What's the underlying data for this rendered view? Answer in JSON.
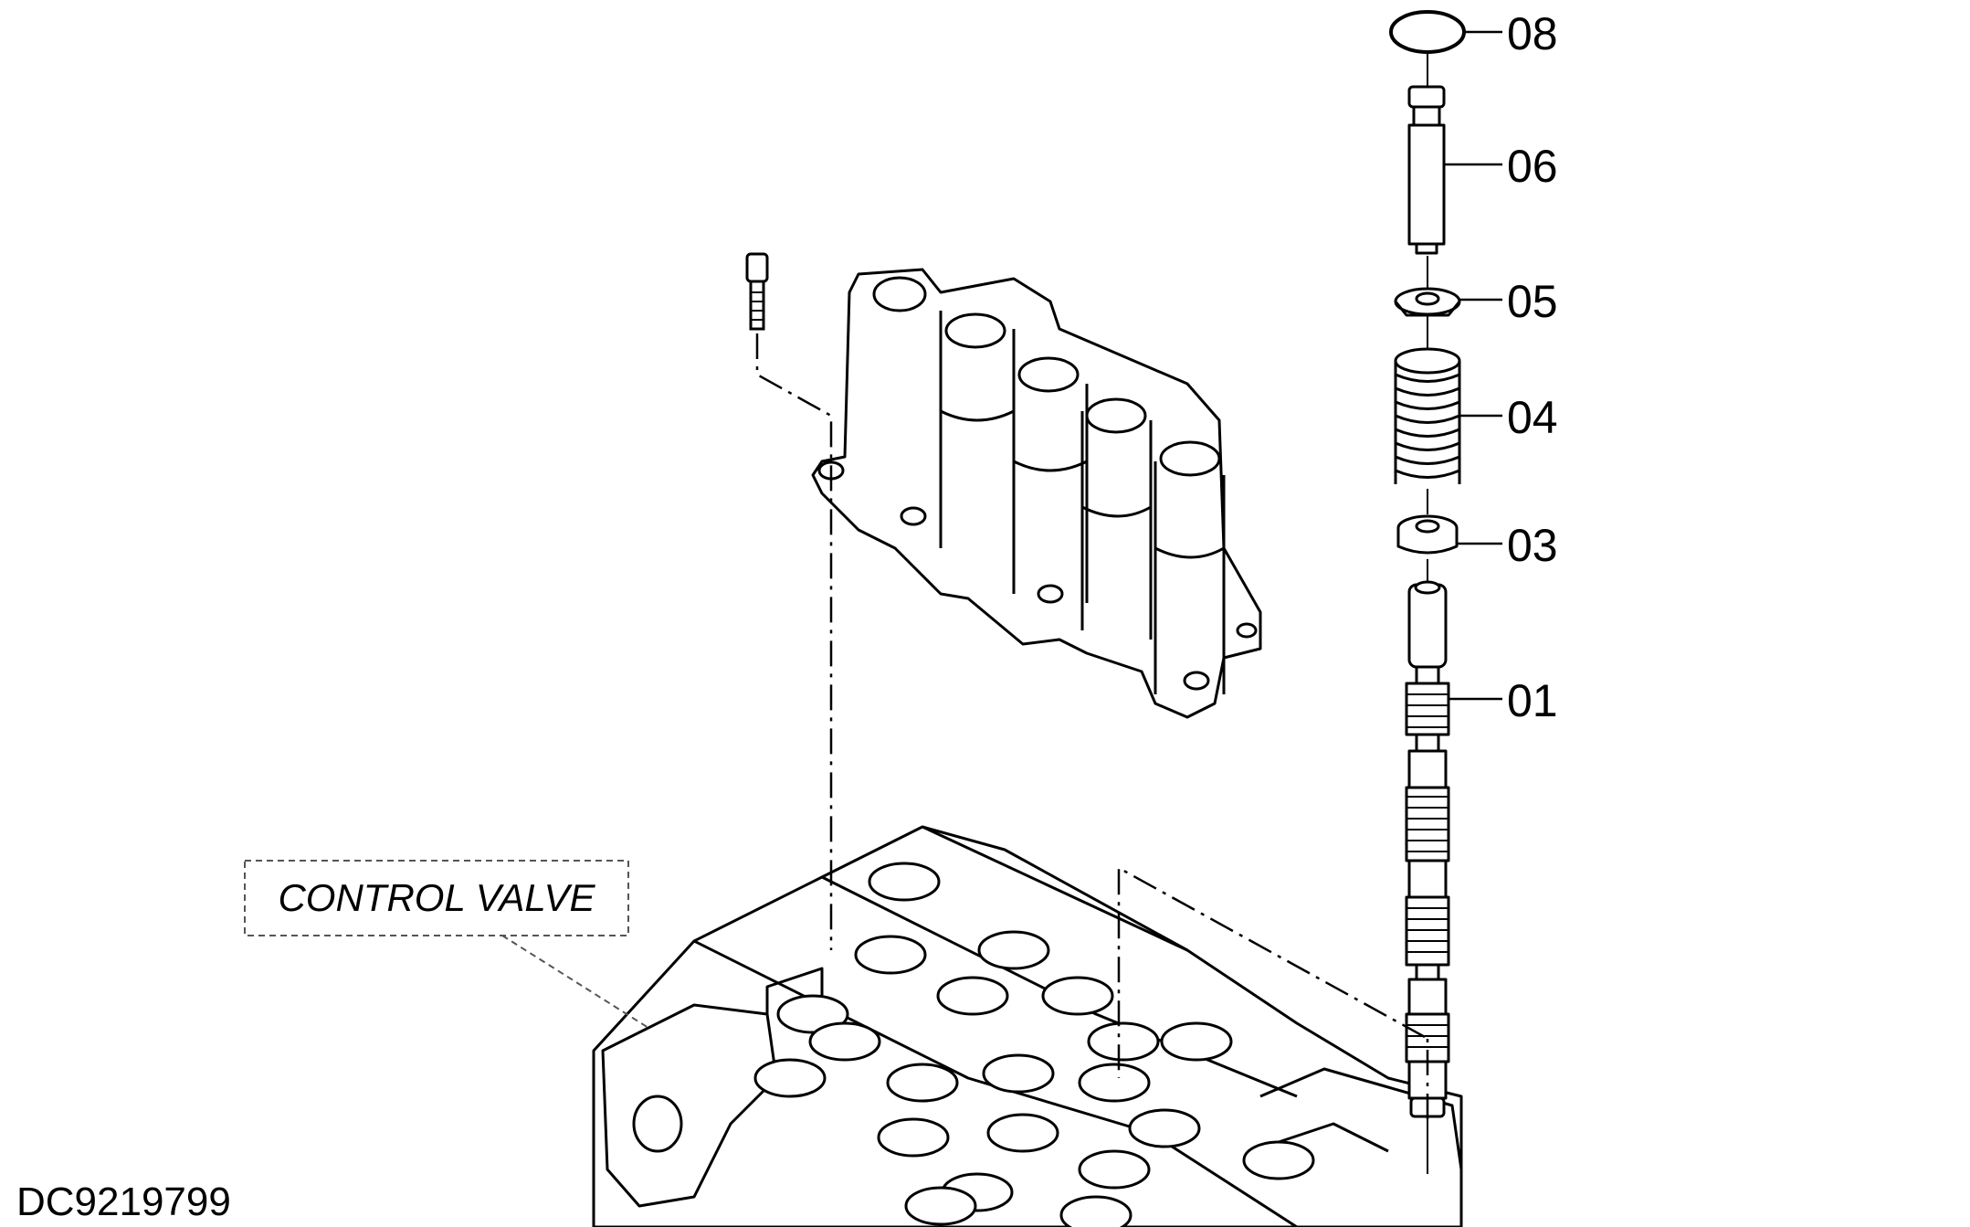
{
  "diagram": {
    "callouts": [
      "08",
      "06",
      "05",
      "04",
      "03",
      "01"
    ],
    "caption": "CONTROL VALVE",
    "drawing_id": "DC9219799"
  }
}
